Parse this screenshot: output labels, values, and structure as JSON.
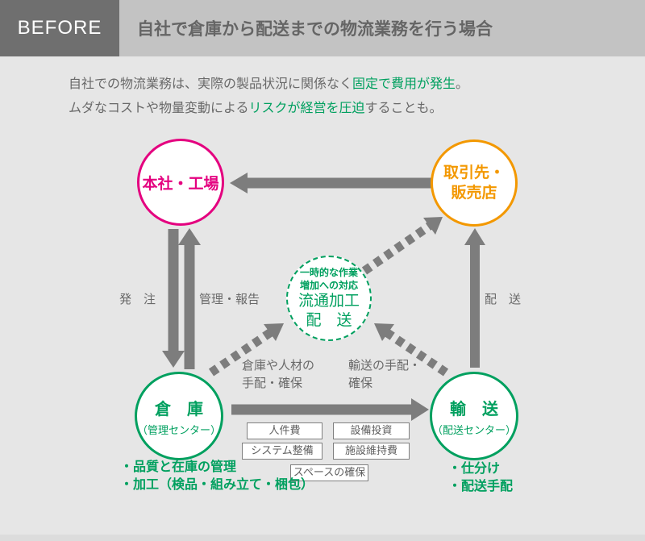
{
  "header": {
    "badge": "BEFORE",
    "title": "自社で倉庫から配送までの物流業務を行う場合"
  },
  "description": {
    "line1_pre": "自社での物流業務は、実際の製品状況に関係なく",
    "line1_highlight": "固定で費用が発生",
    "line1_post": "。",
    "line2_pre": "ムダなコストや物量変動による",
    "line2_highlight": "リスクが経営を圧迫",
    "line2_post": "することも。"
  },
  "nodes": {
    "headquarters": {
      "label": "本社・工場"
    },
    "clients": {
      "line1": "取引先・",
      "line2": "販売店"
    },
    "warehouse": {
      "label": "倉　庫",
      "sublabel": "（管理センター）"
    },
    "transport": {
      "label": "輸　送",
      "sublabel": "（配送センター）"
    },
    "temp_processing": {
      "note1": "一時的な作業",
      "note2": "増加への対応",
      "line1": "流通加工",
      "line2": "配　送"
    }
  },
  "edge_labels": {
    "order": "発　注",
    "manage_report": "管理・報告",
    "delivery": "配　送",
    "warehouse_arrange_1": "倉庫や人材の",
    "warehouse_arrange_2": "手配・確保",
    "transport_arrange_1": "輸送の手配・",
    "transport_arrange_2": "確保"
  },
  "cost_boxes": [
    "人件費",
    "設備投資",
    "システム整備",
    "施設維持費",
    "スペースの確保"
  ],
  "warehouse_notes": [
    "・品質と在庫の管理",
    "・加工（検品・組み立て・梱包）"
  ],
  "transport_notes": [
    "・仕分け",
    "・配送手配"
  ],
  "colors": {
    "pink": "#e4007f",
    "orange": "#f39800",
    "green": "#00a05f",
    "arrow_gray": "#7d7d7d",
    "badge_gray": "#6f6f6f",
    "titlebar_gray": "#c3c3c3",
    "background": "#e6e6e6",
    "text_gray": "#696969"
  }
}
